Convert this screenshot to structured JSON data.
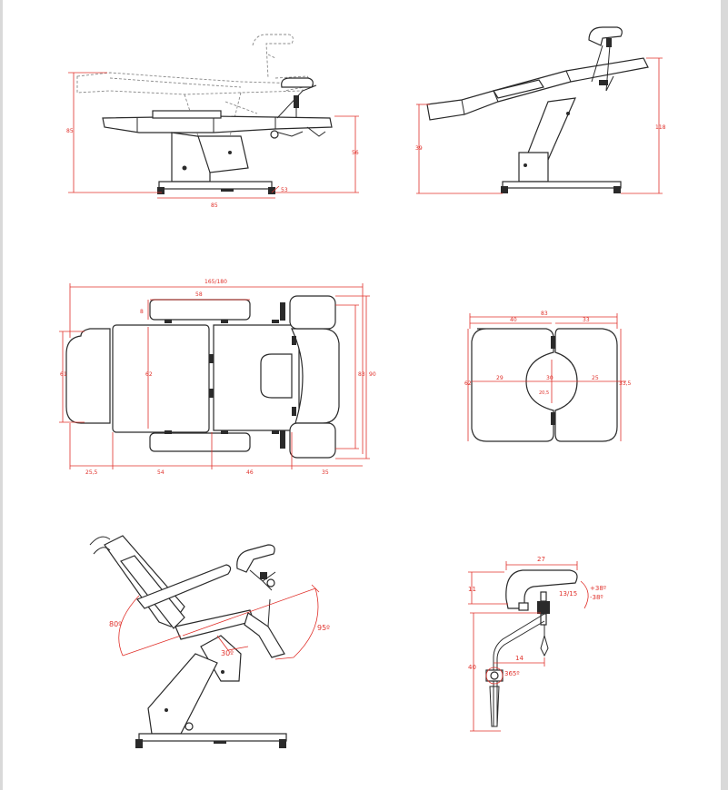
{
  "colors": {
    "dimension": "#e0302a",
    "outline": "#2a2a2a",
    "background": "#ffffff",
    "frame": "#d9d9d9"
  },
  "side_view": {
    "height_total": "85",
    "seat_height": "56",
    "base_width": "85",
    "foot_offset": "53"
  },
  "reclined_view": {
    "left_height": "39",
    "right_height": "118"
  },
  "top_view": {
    "total_length": "165/180",
    "armrest_length": "58",
    "armrest_width": "8",
    "head_width": "61",
    "back_width": "62",
    "seat_width": "83",
    "overall_width": "90",
    "head_len": "25,5",
    "back_len": "54",
    "seat_len": "46",
    "foot_len": "35"
  },
  "leg_rest_view": {
    "total_width": "83",
    "left_width": "40",
    "right_width": "33",
    "left_height": "62",
    "right_height": "33,5",
    "left_inner": "29",
    "center": "30",
    "right_inner": "25",
    "cutout_depth": "20,5"
  },
  "angle_view": {
    "back_angle": "80º",
    "leg_angle": "95º",
    "seat_angle": "30º"
  },
  "arm_detail": {
    "width": "27",
    "height": "11",
    "tilt": "13/15",
    "angle_up": "+38º",
    "angle_down": "-38º",
    "reach": "14",
    "length": "40",
    "rotation": "365º"
  }
}
